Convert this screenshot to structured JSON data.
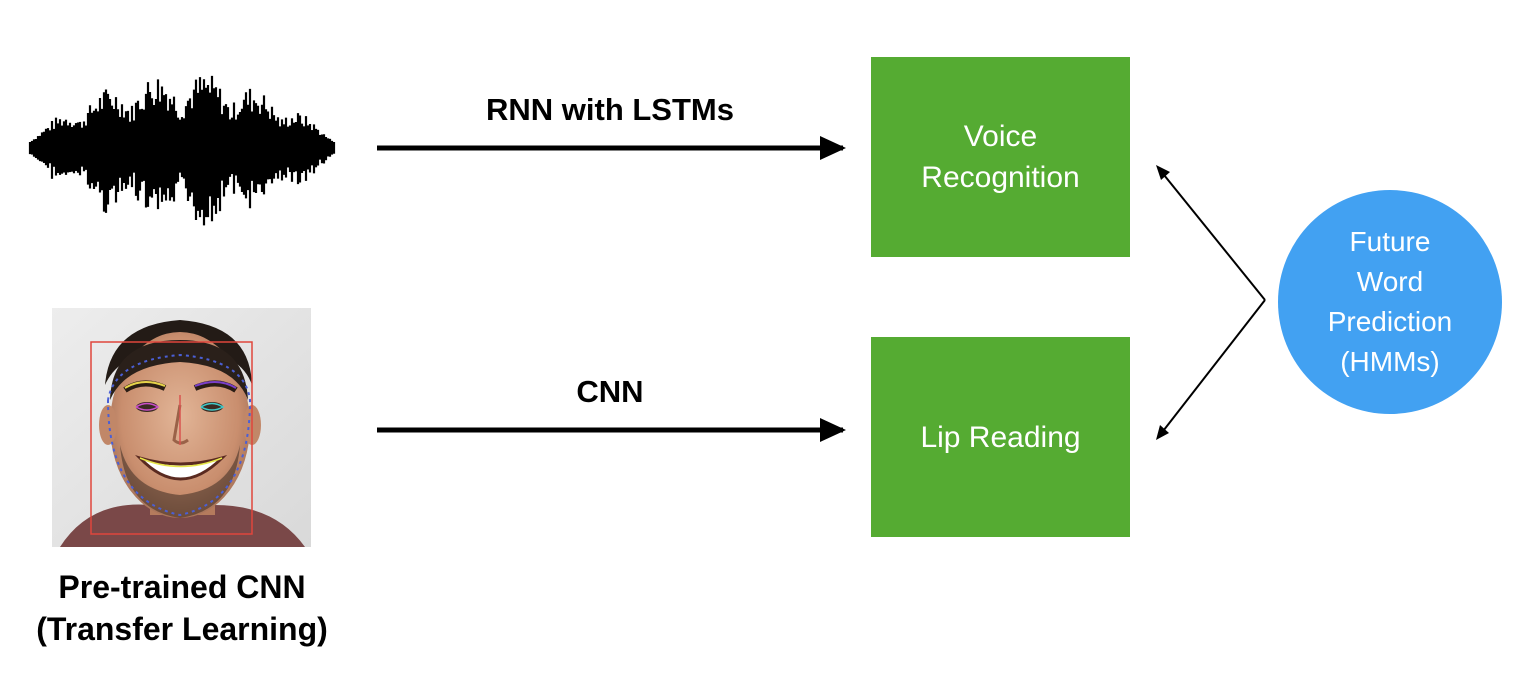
{
  "arrows": {
    "top_label": "RNN with LSTMs",
    "bottom_label": "CNN"
  },
  "boxes": {
    "voice_line1": "Voice",
    "voice_line2": "Recognition",
    "lip": "Lip Reading"
  },
  "circle": {
    "lines": [
      "Future",
      "Word",
      "Prediction",
      "(HMMs)"
    ]
  },
  "face_caption": {
    "line1": "Pre-trained CNN",
    "line2": "(Transfer Learning)"
  },
  "colors": {
    "box_green": "#55ab32",
    "circle_blue": "#42a1f2",
    "face_box_red": "#e0463c"
  },
  "icons": {
    "waveform": "audio-waveform-icon",
    "face": "face-landmarks-image"
  }
}
